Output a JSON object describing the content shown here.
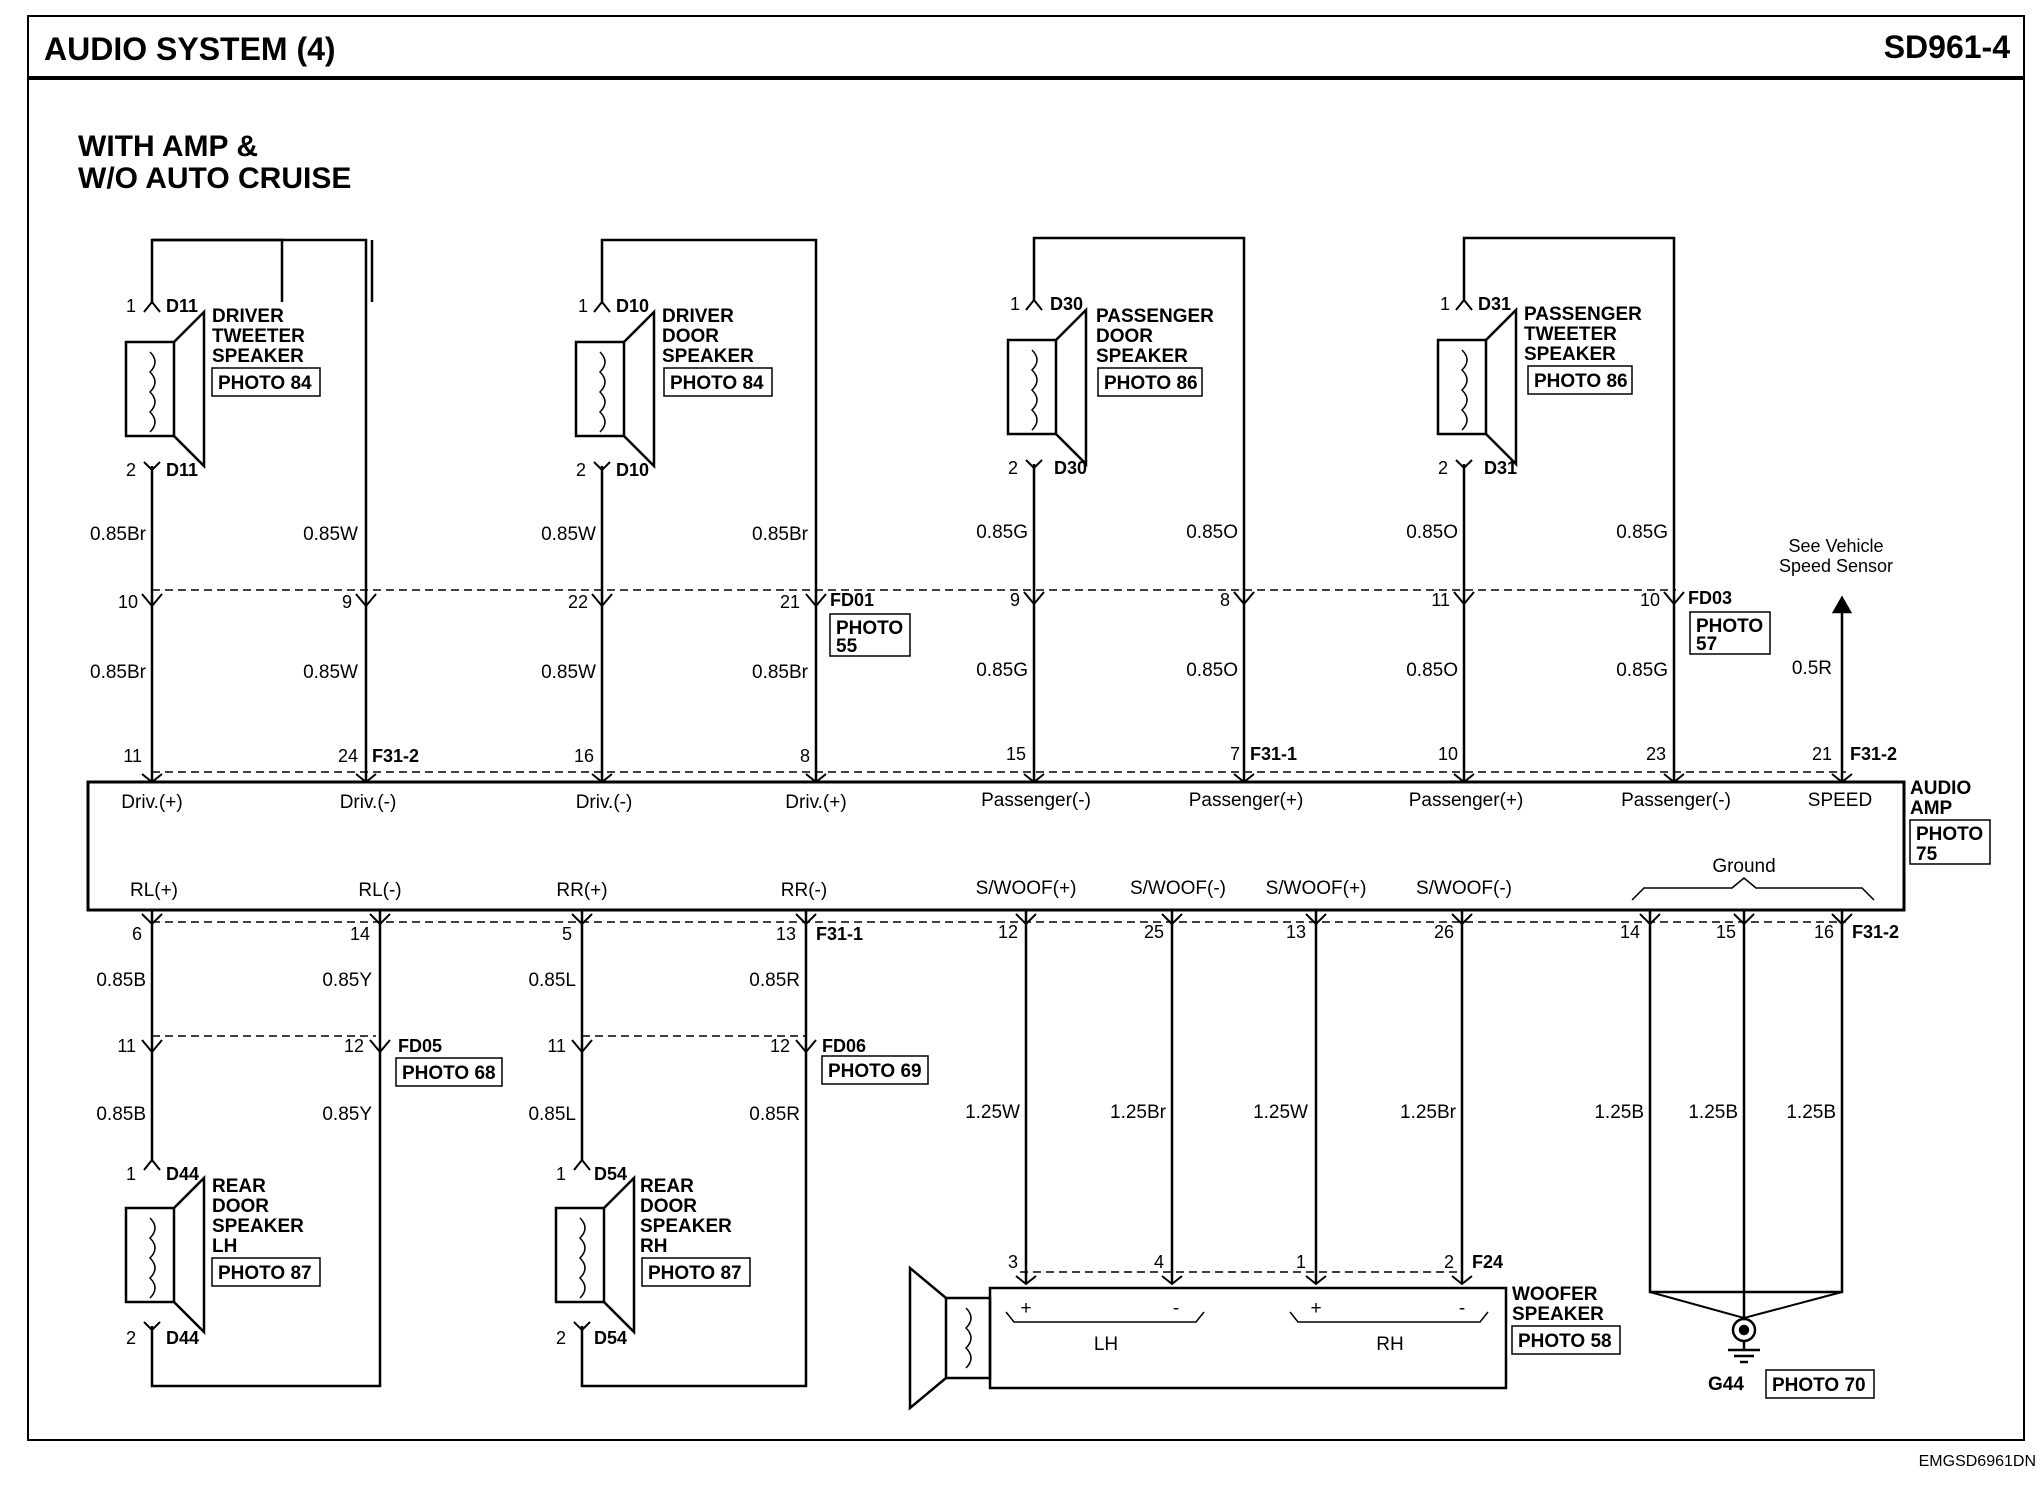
{
  "header": {
    "title": "AUDIO SYSTEM (4)",
    "code": "SD961-4"
  },
  "subtitle": [
    "WITH AMP &",
    "W/O AUTO CRUISE"
  ],
  "footer_code": "EMGSD6961DN",
  "speakers_top": [
    {
      "id": "driver-tweeter",
      "connector": "D11",
      "pin1": "1",
      "pin2": "2",
      "label": [
        "DRIVER",
        "TWEETER",
        "SPEAKER"
      ],
      "photo": "PHOTO 84"
    },
    {
      "id": "driver-door",
      "connector": "D10",
      "pin1": "1",
      "pin2": "2",
      "label": [
        "DRIVER",
        "DOOR",
        "SPEAKER"
      ],
      "photo": "PHOTO 84"
    },
    {
      "id": "passenger-door",
      "connector": "D30",
      "pin1": "1",
      "pin2": "2",
      "label": [
        "PASSENGER",
        "DOOR",
        "SPEAKER"
      ],
      "photo": "PHOTO 86"
    },
    {
      "id": "passenger-tweeter",
      "connector": "D31",
      "pin1": "1",
      "pin2": "2",
      "label": [
        "PASSENGER",
        "TWEETER",
        "SPEAKER"
      ],
      "photo": "PHOTO 86"
    }
  ],
  "speakers_rear": [
    {
      "id": "rear-door-lh",
      "connector": "D44",
      "pin1": "1",
      "pin2": "2",
      "label": [
        "REAR",
        "DOOR",
        "SPEAKER",
        "LH"
      ],
      "photo": "PHOTO 87"
    },
    {
      "id": "rear-door-rh",
      "connector": "D54",
      "pin1": "1",
      "pin2": "2",
      "label": [
        "REAR",
        "DOOR",
        "SPEAKER",
        "RH"
      ],
      "photo": "PHOTO 87"
    }
  ],
  "top_wires": [
    {
      "upper": "0.85Br",
      "lower": "0.85Br",
      "pin_mid": "10",
      "pin_amp": "11",
      "terminal": "Driv.(+)"
    },
    {
      "upper": "0.85W",
      "lower": "0.85W",
      "pin_mid": "9",
      "pin_amp": "24",
      "terminal": "Driv.(-)"
    },
    {
      "upper": "0.85W",
      "lower": "0.85W",
      "pin_mid": "22",
      "pin_amp": "16",
      "terminal": "Driv.(-)"
    },
    {
      "upper": "0.85Br",
      "lower": "0.85Br",
      "pin_mid": "21",
      "pin_amp": "8",
      "terminal": "Driv.(+)"
    },
    {
      "upper": "0.85G",
      "lower": "0.85G",
      "pin_mid": "9",
      "pin_amp": "15",
      "terminal": "Passenger(-)"
    },
    {
      "upper": "0.85O",
      "lower": "0.85O",
      "pin_mid": "8",
      "pin_amp": "7",
      "terminal": "Passenger(+)"
    },
    {
      "upper": "0.85O",
      "lower": "0.85O",
      "pin_mid": "11",
      "pin_amp": "10",
      "terminal": "Passenger(+)"
    },
    {
      "upper": "0.85G",
      "lower": "0.85G",
      "pin_mid": "10",
      "pin_amp": "23",
      "terminal": "Passenger(-)"
    }
  ],
  "speed": {
    "wire": "0.5R",
    "pin": "21",
    "terminal": "SPEED",
    "note": [
      "See Vehicle",
      "Speed Sensor"
    ]
  },
  "connectors": {
    "fd01": "FD01",
    "fd01_photo": [
      "PHOTO",
      "55"
    ],
    "fd03": "FD03",
    "fd03_photo": [
      "PHOTO",
      "57"
    ],
    "f31_2": "F31-2",
    "f31_1": "F31-1",
    "fd05": "FD05",
    "fd05_photo": "PHOTO 68",
    "fd06": "FD06",
    "fd06_photo": "PHOTO 69",
    "f24": "F24"
  },
  "amp": {
    "label": [
      "AUDIO",
      "AMP"
    ],
    "photo": [
      "PHOTO",
      "75"
    ],
    "ground_label": "Ground"
  },
  "bottom_wires": [
    {
      "terminal": "RL(+)",
      "pin_amp": "6",
      "upper": "0.85B",
      "pin_mid": "11",
      "lower": "0.85B"
    },
    {
      "terminal": "RL(-)",
      "pin_amp": "14",
      "upper": "0.85Y",
      "pin_mid": "12",
      "lower": "0.85Y"
    },
    {
      "terminal": "RR(+)",
      "pin_amp": "5",
      "upper": "0.85L",
      "pin_mid": "11",
      "lower": "0.85L"
    },
    {
      "terminal": "RR(-)",
      "pin_amp": "13",
      "upper": "0.85R",
      "pin_mid": "12",
      "lower": "0.85R"
    }
  ],
  "woofer_wires": [
    {
      "terminal": "S/WOOF(+)",
      "pin_amp": "12",
      "wire": "1.25W",
      "pin_spk": "3"
    },
    {
      "terminal": "S/WOOF(-)",
      "pin_amp": "25",
      "wire": "1.25Br",
      "pin_spk": "4"
    },
    {
      "terminal": "S/WOOF(+)",
      "pin_amp": "13",
      "wire": "1.25W",
      "pin_spk": "1"
    },
    {
      "terminal": "S/WOOF(-)",
      "pin_amp": "26",
      "wire": "1.25Br",
      "pin_spk": "2"
    }
  ],
  "ground_wires": [
    {
      "pin_amp": "14",
      "wire": "1.25B"
    },
    {
      "pin_amp": "15",
      "wire": "1.25B"
    },
    {
      "pin_amp": "16",
      "wire": "1.25B"
    }
  ],
  "woofer": {
    "label": [
      "WOOFER",
      "SPEAKER"
    ],
    "photo": "PHOTO 58",
    "plus": "+",
    "minus": "-",
    "lh": "LH",
    "rh": "RH"
  },
  "ground_point": {
    "id": "G44",
    "photo": "PHOTO 70"
  }
}
